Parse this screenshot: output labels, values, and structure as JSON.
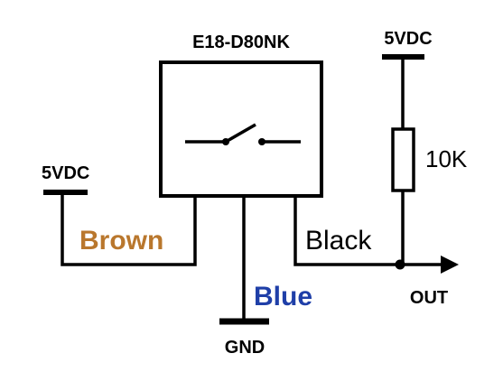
{
  "diagram": {
    "sensor_model": "E18-D80NK",
    "supply_left": "5VDC",
    "supply_right": "5VDC",
    "resistor_value": "10K",
    "wire_brown": "Brown",
    "wire_blue": "Blue",
    "wire_black": "Black",
    "ground": "GND",
    "output": "OUT",
    "colors": {
      "brown": "#b9772d",
      "blue": "#1f3fa8",
      "line": "#000000",
      "background": "#ffffff"
    }
  }
}
